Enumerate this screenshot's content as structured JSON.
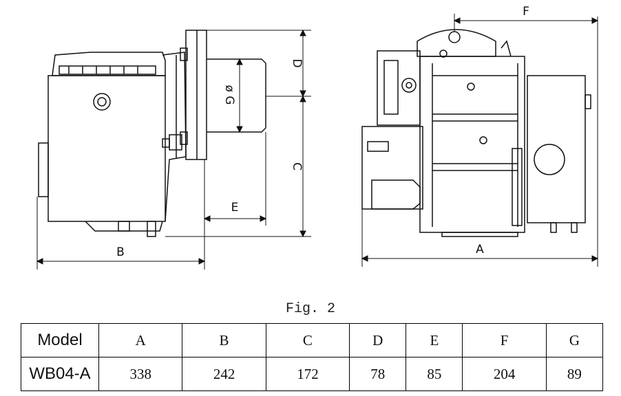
{
  "dims": {
    "A": "A",
    "B": "B",
    "C": "C",
    "D": "D",
    "E": "E",
    "F": "F",
    "G": "ø G"
  },
  "caption": "Fig. 2",
  "table": {
    "header_label": "Model",
    "columns": [
      "A",
      "B",
      "C",
      "D",
      "E",
      "F",
      "G"
    ],
    "row_label": "WB04-A",
    "values": [
      "338",
      "242",
      "172",
      "78",
      "85",
      "204",
      "89"
    ]
  }
}
